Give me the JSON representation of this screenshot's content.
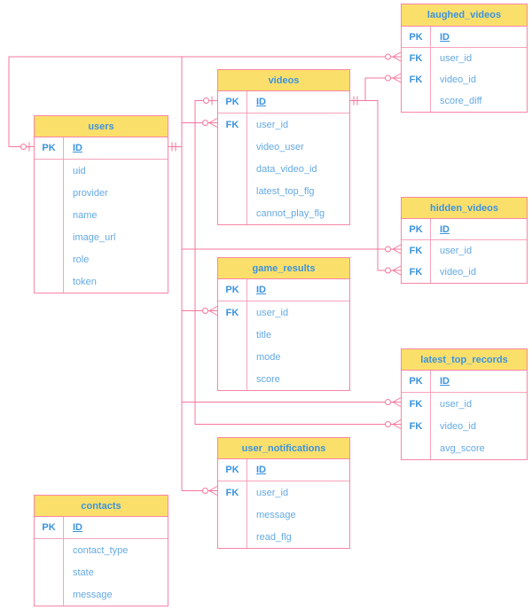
{
  "diagram": {
    "type": "entity-relationship",
    "colors": {
      "header_fill": "#fbdf6b",
      "border_pink": "#f886a3",
      "line_pink": "#f4779b",
      "title_blue": "#3b93dd",
      "field_blue": "#64a9e4",
      "background": "#ffffff"
    },
    "tables": [
      {
        "id": "users",
        "title": "users",
        "rows": [
          {
            "key": "PK",
            "name": "ID",
            "underline": true
          },
          {
            "key": "",
            "name": "uid"
          },
          {
            "key": "",
            "name": "provider"
          },
          {
            "key": "",
            "name": "name"
          },
          {
            "key": "",
            "name": "image_url"
          },
          {
            "key": "",
            "name": "role"
          },
          {
            "key": "",
            "name": "token"
          }
        ]
      },
      {
        "id": "videos",
        "title": "videos",
        "rows": [
          {
            "key": "PK",
            "name": "ID",
            "underline": true
          },
          {
            "key": "FK",
            "name": "user_id"
          },
          {
            "key": "",
            "name": "video_user"
          },
          {
            "key": "",
            "name": "data_video_id"
          },
          {
            "key": "",
            "name": "latest_top_flg"
          },
          {
            "key": "",
            "name": "cannot_play_flg"
          }
        ]
      },
      {
        "id": "laughed_videos",
        "title": "laughed_videos",
        "rows": [
          {
            "key": "PK",
            "name": "ID",
            "underline": true
          },
          {
            "key": "FK",
            "name": "user_id"
          },
          {
            "key": "FK",
            "name": "video_id"
          },
          {
            "key": "",
            "name": "score_diff"
          }
        ]
      },
      {
        "id": "hidden_videos",
        "title": "hidden_videos",
        "rows": [
          {
            "key": "PK",
            "name": "ID",
            "underline": true
          },
          {
            "key": "FK",
            "name": "user_id"
          },
          {
            "key": "FK",
            "name": "video_id"
          }
        ]
      },
      {
        "id": "game_results",
        "title": "game_results",
        "rows": [
          {
            "key": "PK",
            "name": "ID",
            "underline": true
          },
          {
            "key": "FK",
            "name": "user_id"
          },
          {
            "key": "",
            "name": "title"
          },
          {
            "key": "",
            "name": "mode"
          },
          {
            "key": "",
            "name": "score"
          }
        ]
      },
      {
        "id": "latest_top_records",
        "title": "latest_top_records",
        "rows": [
          {
            "key": "PK",
            "name": "ID",
            "underline": true
          },
          {
            "key": "FK",
            "name": "user_id"
          },
          {
            "key": "FK",
            "name": "video_id"
          },
          {
            "key": "",
            "name": "avg_score"
          }
        ]
      },
      {
        "id": "user_notifications",
        "title": "user_notifications",
        "rows": [
          {
            "key": "PK",
            "name": "ID",
            "underline": true
          },
          {
            "key": "FK",
            "name": "user_id"
          },
          {
            "key": "",
            "name": "message"
          },
          {
            "key": "",
            "name": "read_flg"
          }
        ]
      },
      {
        "id": "contacts",
        "title": "contacts",
        "rows": [
          {
            "key": "PK",
            "name": "ID",
            "underline": true
          },
          {
            "key": "",
            "name": "contact_type"
          },
          {
            "key": "",
            "name": "state"
          },
          {
            "key": "",
            "name": "message"
          }
        ]
      }
    ],
    "relationships": [
      {
        "from": "users.ID",
        "to": "laughed_videos.user_id",
        "from_cardinality": "zero-or-one",
        "to_cardinality": "zero-or-many"
      },
      {
        "from": "users.ID",
        "to": "videos.user_id",
        "from_cardinality": "one",
        "to_cardinality": "zero-or-many"
      },
      {
        "from": "users.ID",
        "to": "hidden_videos.user_id",
        "from_cardinality": "one",
        "to_cardinality": "zero-or-many"
      },
      {
        "from": "users.ID",
        "to": "game_results.user_id",
        "from_cardinality": "one",
        "to_cardinality": "zero-or-many"
      },
      {
        "from": "users.ID",
        "to": "latest_top_records.user_id",
        "from_cardinality": "one",
        "to_cardinality": "zero-or-many"
      },
      {
        "from": "users.ID",
        "to": "user_notifications.user_id",
        "from_cardinality": "one",
        "to_cardinality": "zero-or-many"
      },
      {
        "from": "videos.ID",
        "to": "laughed_videos.video_id",
        "from_cardinality": "one",
        "to_cardinality": "zero-or-many"
      },
      {
        "from": "videos.ID",
        "to": "hidden_videos.video_id",
        "from_cardinality": "one",
        "to_cardinality": "zero-or-many"
      },
      {
        "from": "videos.ID",
        "to": "latest_top_records.video_id",
        "from_cardinality": "zero-or-one",
        "to_cardinality": "zero-or-many"
      }
    ]
  }
}
